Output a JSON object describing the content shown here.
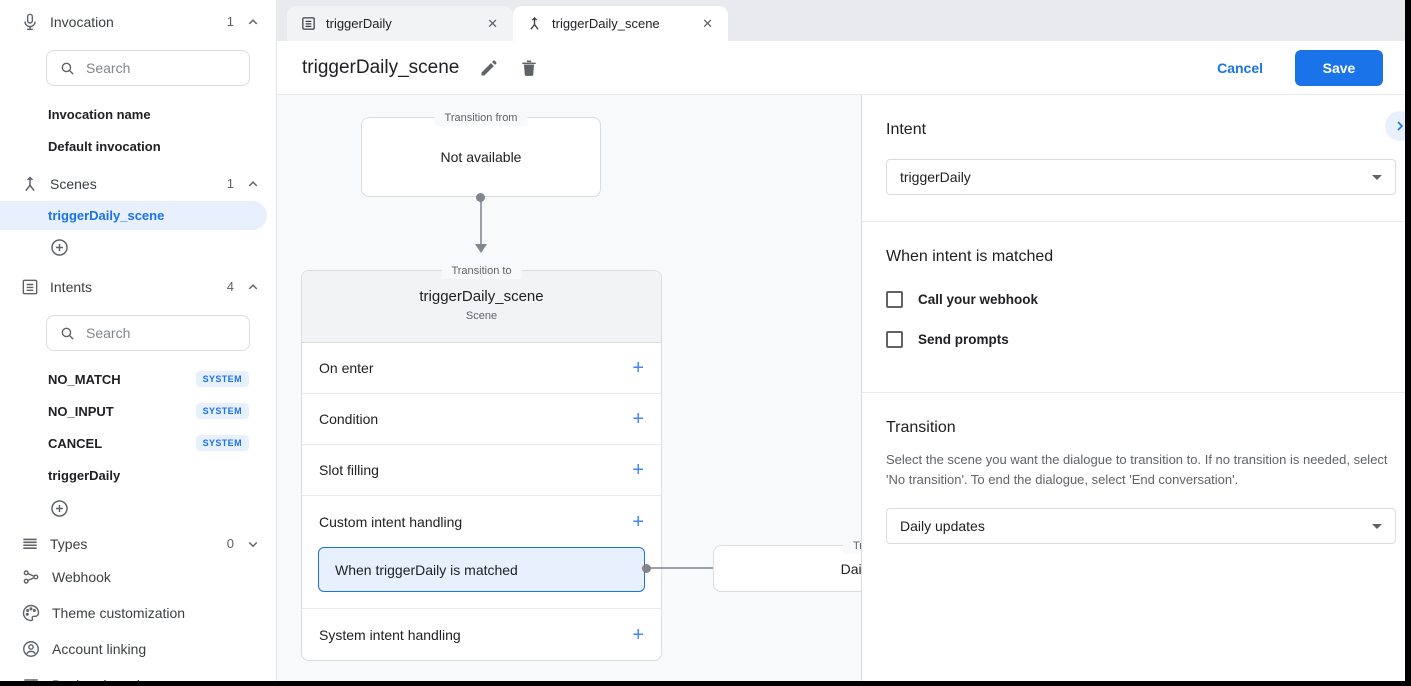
{
  "colors": {
    "accent": "#1a73e8",
    "selected_bg": "#e8f0fe",
    "badge_bg": "#e8f0fe",
    "text_primary": "#202124",
    "text_secondary": "#5f6368",
    "border": "#dadce0",
    "canvas_bg": "#f8f9fa"
  },
  "icons": {
    "plus": "+",
    "close": "✕",
    "microphone": "microphone-icon",
    "scenes": "fork-arrow-icon",
    "intents": "list-icon",
    "types": "lines-icon",
    "webhook": "nodes-icon",
    "theme": "palette-icon",
    "account": "person-circle-icon",
    "backend": "services-gear-icon",
    "search": "search-icon",
    "edit": "pencil-icon",
    "delete": "trash-icon",
    "collapse": "chevron-right-icon"
  },
  "sidebar": {
    "search_placeholder": "Search",
    "sections": {
      "invocation": {
        "label": "Invocation",
        "count": "1"
      },
      "scenes": {
        "label": "Scenes",
        "count": "1"
      },
      "intents": {
        "label": "Intents",
        "count": "4"
      },
      "types": {
        "label": "Types",
        "count": "0"
      }
    },
    "invocation_items": [
      {
        "label": "Invocation name"
      },
      {
        "label": "Default invocation"
      }
    ],
    "scene_items": [
      {
        "label": "triggerDaily_scene",
        "selected": true
      }
    ],
    "intent_items": [
      {
        "label": "NO_MATCH",
        "badge": "SYSTEM"
      },
      {
        "label": "NO_INPUT",
        "badge": "SYSTEM"
      },
      {
        "label": "CANCEL",
        "badge": "SYSTEM"
      },
      {
        "label": "triggerDaily",
        "badge": ""
      }
    ],
    "nav_items": [
      {
        "label": "Webhook"
      },
      {
        "label": "Theme customization"
      },
      {
        "label": "Account linking"
      },
      {
        "label": "Backend services"
      }
    ]
  },
  "tabs": [
    {
      "label": "triggerDaily",
      "active": false
    },
    {
      "label": "triggerDaily_scene",
      "active": true
    }
  ],
  "header": {
    "title": "triggerDaily_scene",
    "cancel_label": "Cancel",
    "save_label": "Save"
  },
  "canvas": {
    "from_box": {
      "legend": "Transition from",
      "content": "Not available"
    },
    "scene_card": {
      "legend": "Transition to",
      "title": "triggerDaily_scene",
      "subtitle": "Scene",
      "rows": [
        {
          "label": "On enter"
        },
        {
          "label": "Condition"
        },
        {
          "label": "Slot filling"
        },
        {
          "label": "Custom intent handling"
        },
        {
          "label": "System intent handling"
        }
      ],
      "matched_label": "When triggerDaily is matched"
    },
    "target_box": {
      "legend": "Transition to",
      "title": "Daily updates"
    }
  },
  "panel": {
    "intent": {
      "heading": "Intent",
      "value": "triggerDaily"
    },
    "matched": {
      "heading": "When intent is matched",
      "checkboxes": [
        {
          "label": "Call your webhook",
          "checked": false
        },
        {
          "label": "Send prompts",
          "checked": false
        }
      ]
    },
    "transition": {
      "heading": "Transition",
      "description": "Select the scene you want the dialogue to transition to. If no transition is needed, select 'No transition'. To end the dialogue, select 'End conversation'.",
      "value": "Daily updates"
    }
  }
}
